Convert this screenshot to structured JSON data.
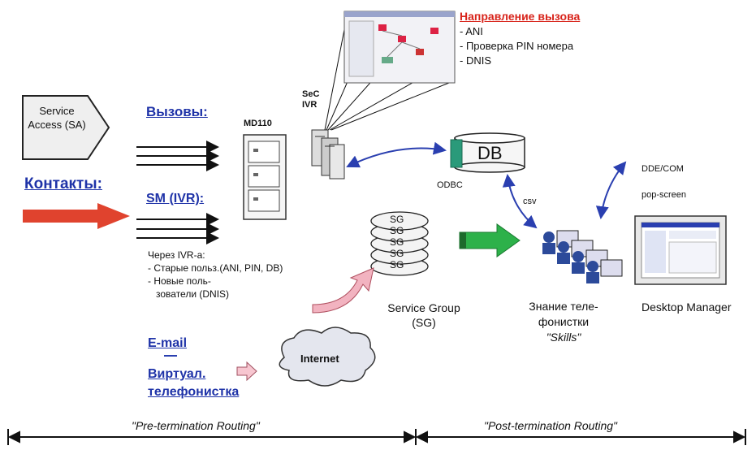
{
  "service_access": "Service Access (SA)",
  "calls_label": "Вызовы:",
  "contacts_label": "Контакты:",
  "sm_ivr_label": "SM (IVR):",
  "ivr_note": {
    "title": "Через IVR-а:",
    "lines": [
      "- Старые польз.(ANI, PIN, DB)",
      "- Новые поль-",
      "  зователи (DNIS)"
    ]
  },
  "email_label": "E-mail",
  "virtual_operator_label": [
    "Виртуал.",
    "телефонистка"
  ],
  "internet_label": "Internet",
  "md110_label": "MD110",
  "sec_ivr_label": [
    "SeC",
    "IVR"
  ],
  "call_direction": {
    "title": "Направление вызова",
    "items": [
      "- ANI",
      "- Проверка PIN номера",
      "- DNIS"
    ]
  },
  "db_label": "DB",
  "odbc_label": "ODBC",
  "csv_label": "csv",
  "sg_disks": [
    "SG",
    "SG",
    "SG",
    "SG",
    "SG"
  ],
  "service_group_label": [
    "Service Group",
    "(SG)"
  ],
  "skills_label": [
    "Знание теле-",
    "фонистки",
    "\"Skills\""
  ],
  "dde_label": "DDE/COM",
  "popscreen_label": "pop-screen",
  "desktop_manager_label": "Desktop Manager",
  "pre_routing_label": "\"Pre-termination Routing\"",
  "post_routing_label": "\"Post-termination Routing\""
}
